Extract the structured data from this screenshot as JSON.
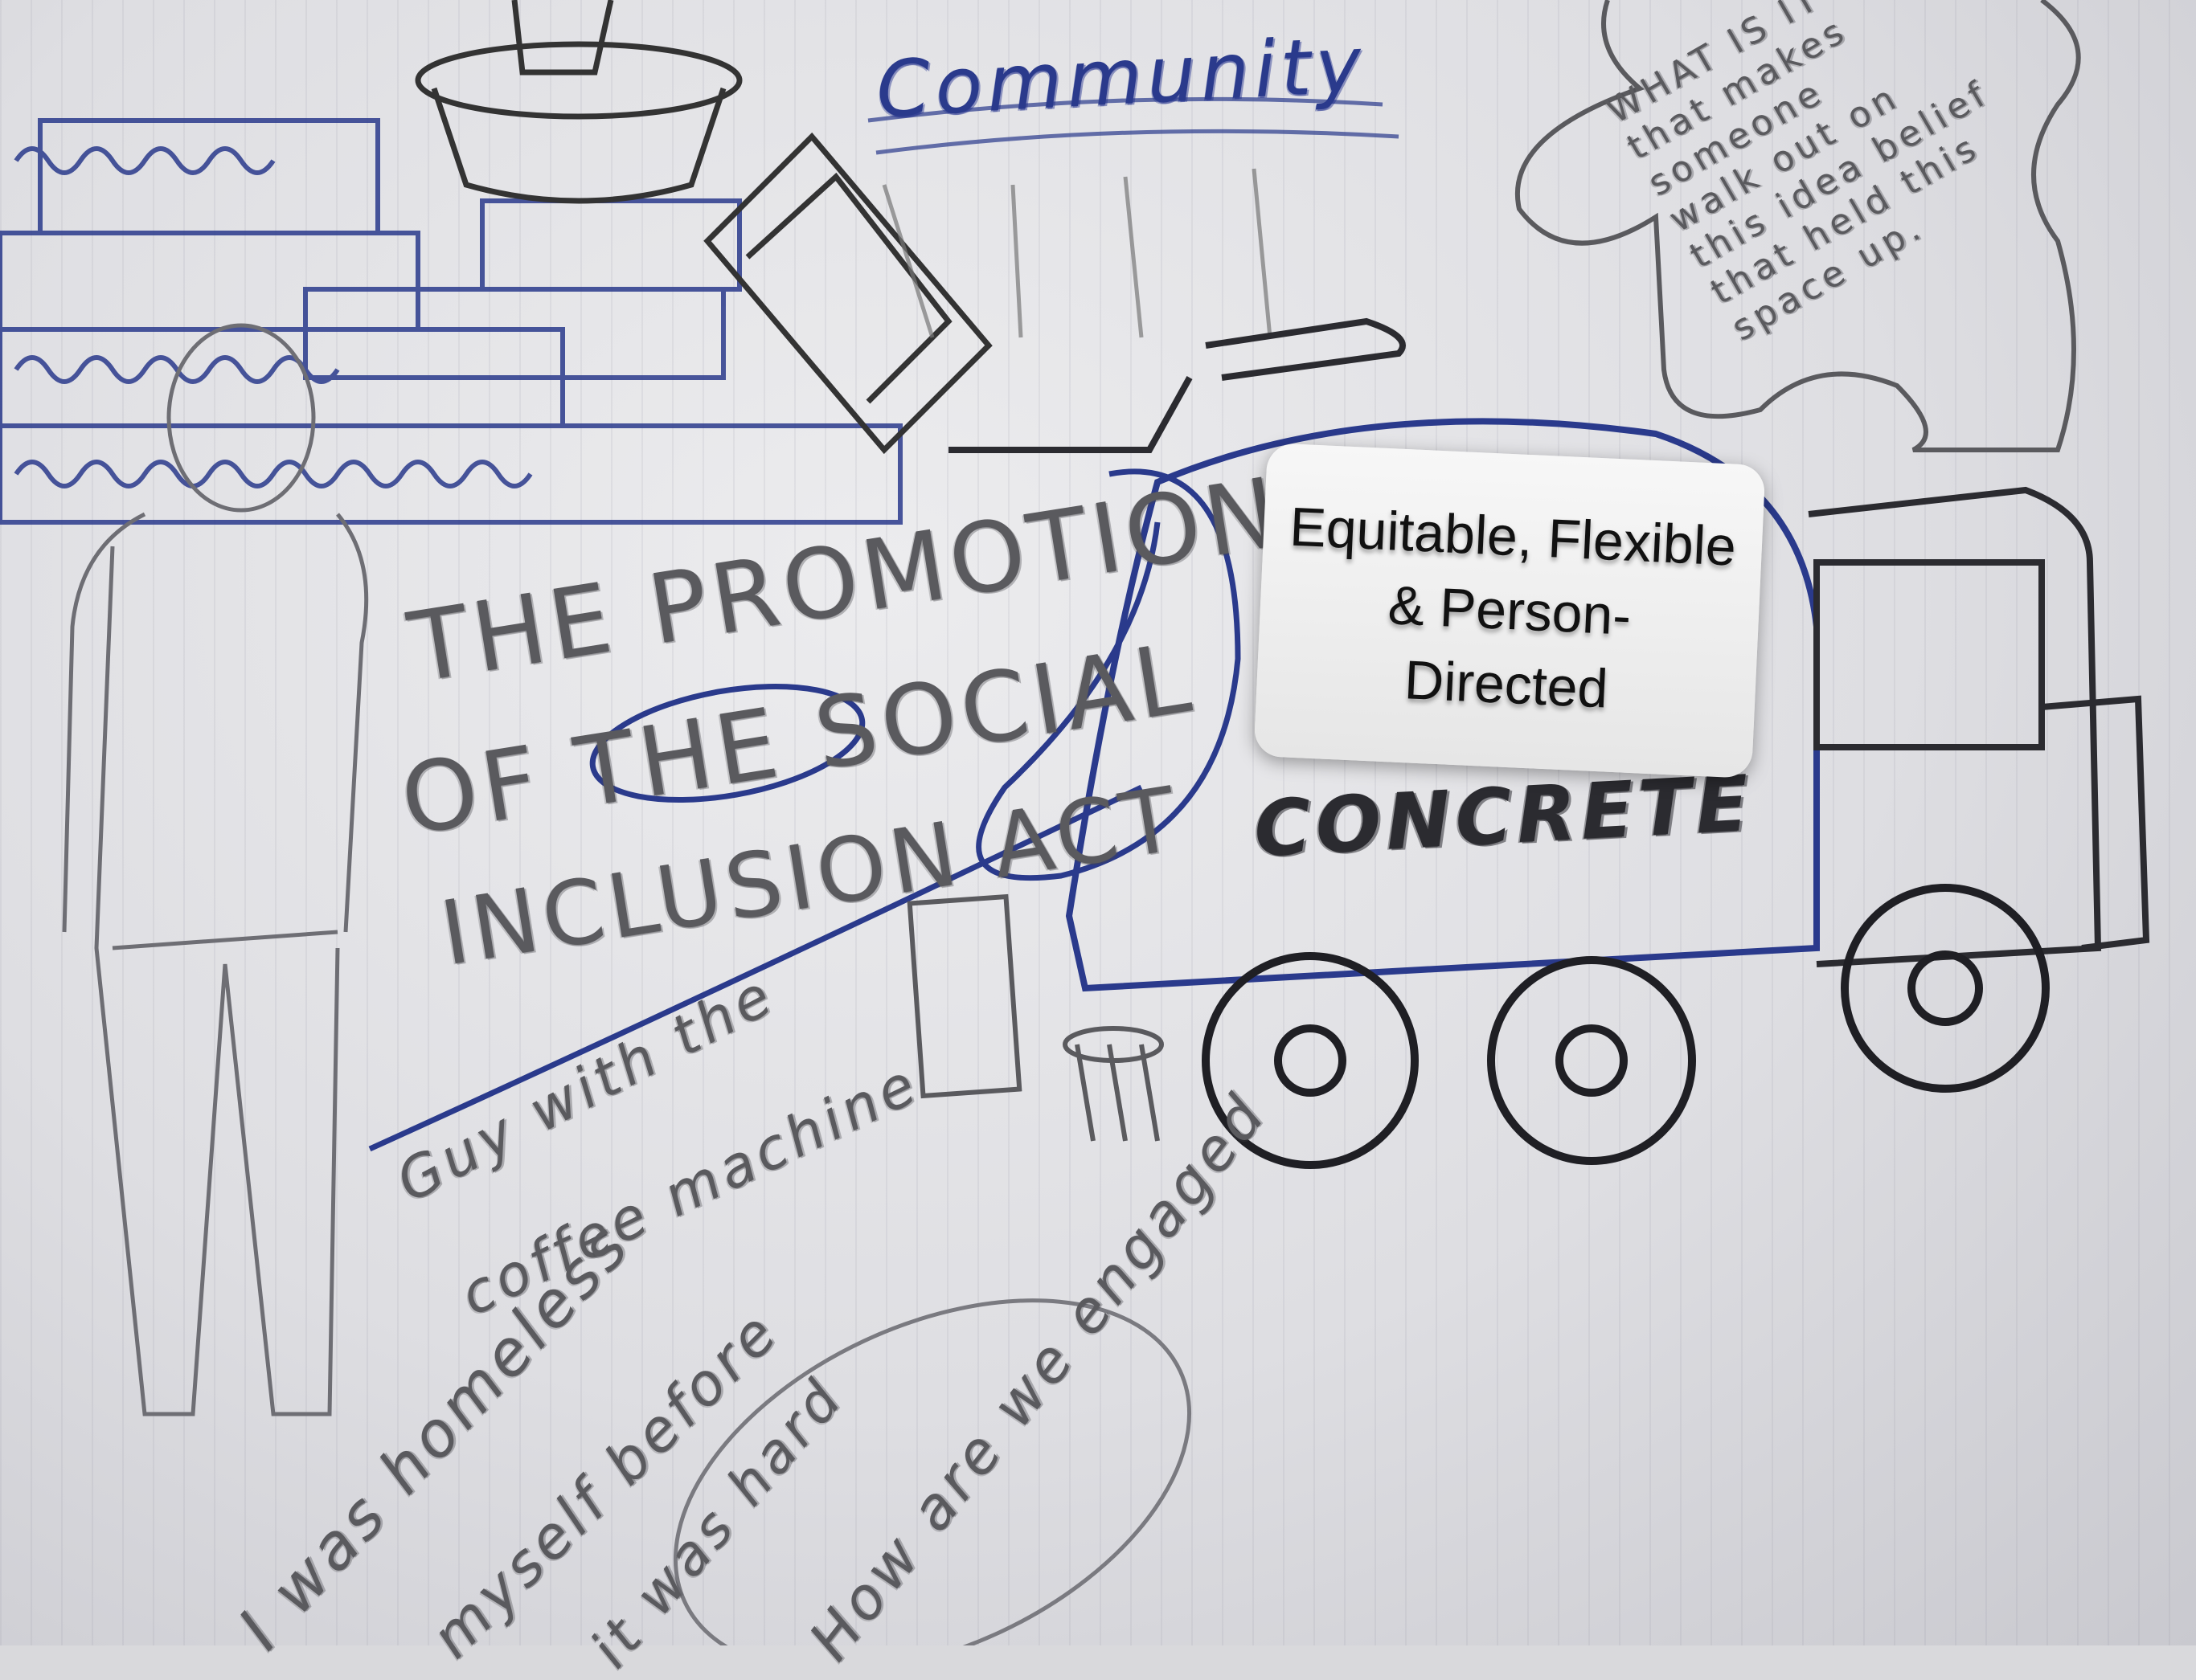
{
  "callout": {
    "lines": [
      "Equitable, Flexible",
      "& Person-",
      "Directed"
    ]
  },
  "sketch_text": {
    "community": "Community",
    "promotion_line1": "THE PROMOTION",
    "promotion_line2": "OF THE SOCIAL",
    "promotion_line3": "INCLUSION ACT",
    "concrete": "CONCRETE",
    "puzzle_lines": [
      "WHAT IS IT",
      "that makes",
      "someone",
      "walk out on",
      "this idea belief",
      "that held this",
      "space up."
    ],
    "guy_line1": "Guy with the",
    "guy_line2": "coffee machine",
    "bottom_line1": "I was homeless",
    "bottom_line2": "myself before",
    "bottom_line3": "it was hard",
    "bottom_line4": "How are we engaged"
  },
  "colors": {
    "paper": "#e4e4e7",
    "pencil": "#5a5a5e",
    "blue_ink": "#2a3a8c",
    "dark_ink": "#2b2b30",
    "callout_bg": "#f2f2f2"
  }
}
